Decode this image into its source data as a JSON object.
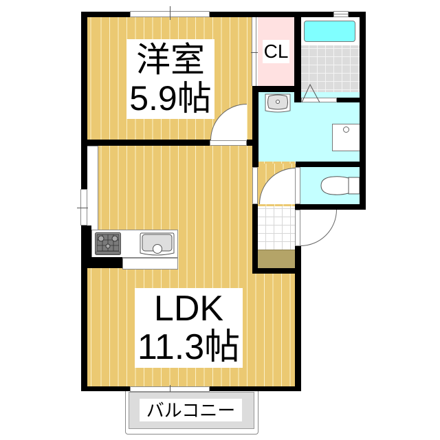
{
  "rooms": {
    "western": {
      "label": "洋室",
      "size": "5.9帖"
    },
    "ldk": {
      "label": "LDK",
      "size": "11.3帖"
    },
    "closet": {
      "label": "CL"
    },
    "balcony": {
      "label": "バルコニー"
    }
  },
  "fixtures": [
    "bathtub-icon",
    "washbasin-icon",
    "washing-machine-pan-icon",
    "toilet-icon",
    "gas-stove-icon",
    "kitchen-sink-icon",
    "shoe-cabinet",
    "folding-door-icon"
  ],
  "colors": {
    "floor": "#EBC972",
    "floor_line": "#FBF1C8",
    "wall": "#000000",
    "closet": "#FFE1E1",
    "wet_area": "#C4FFFF",
    "bathtub": "#80FFFF",
    "tile": "#DCDCDC",
    "shoe_cabinet": "#B4A468",
    "balcony": "#DCDCDC"
  }
}
